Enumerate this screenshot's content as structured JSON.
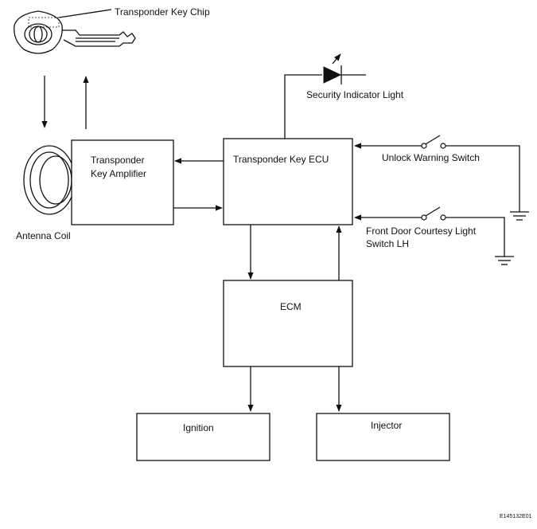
{
  "labels": {
    "key_chip": "Transponder Key Chip",
    "security_light": "Security Indicator Light",
    "unlock_switch": "Unlock Warning Switch",
    "door_switch_line1": "Front Door Courtesy Light",
    "door_switch_line2": "Switch LH",
    "antenna_coil": "Antenna Coil",
    "figure_ref": "E145132E01"
  },
  "boxes": {
    "amplifier_line1": "Transponder",
    "amplifier_line2": "Key Amplifier",
    "ecu": "Transponder Key ECU",
    "ecm": "ECM",
    "ignition": "Ignition",
    "injector": "Injector"
  }
}
